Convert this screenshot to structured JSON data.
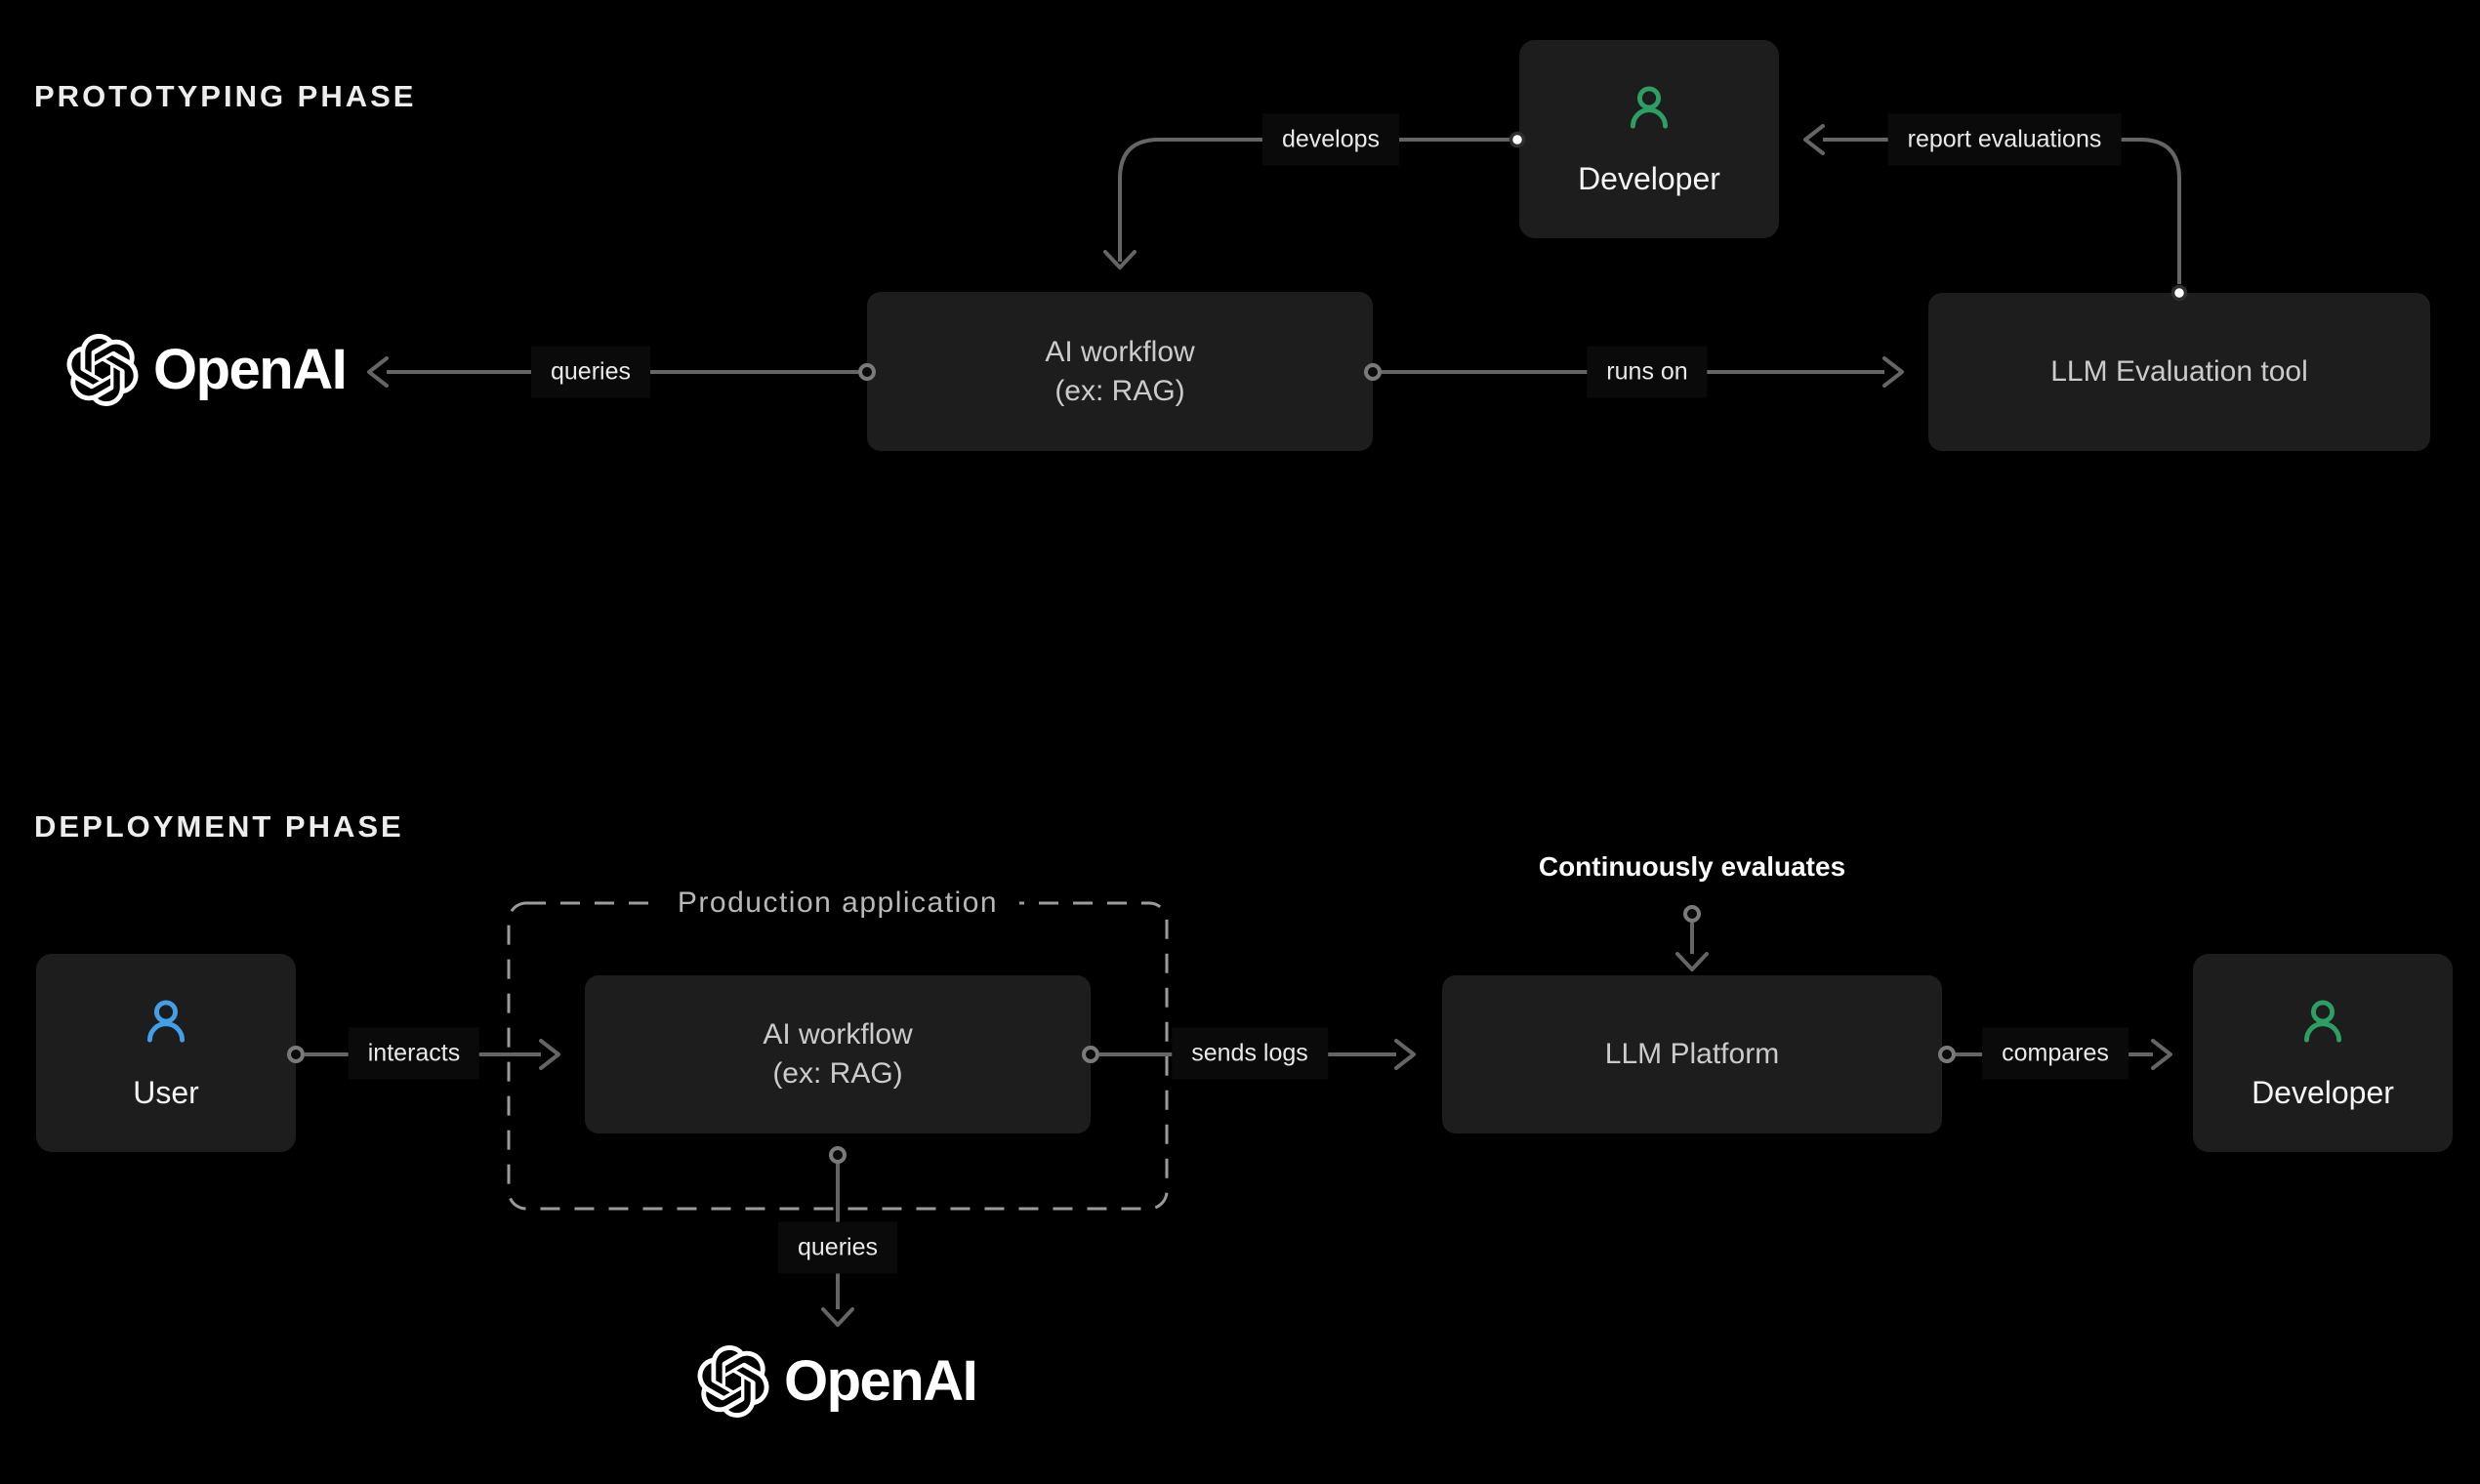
{
  "titles": {
    "prototyping": "PROTOTYPING PHASE",
    "deployment": "DEPLOYMENT PHASE"
  },
  "nodes": {
    "openai_top": {
      "wordmark": "OpenAI"
    },
    "ai_workflow_top": {
      "line1": "AI workflow",
      "line2": "(ex: RAG)"
    },
    "developer_top": {
      "label": "Developer"
    },
    "llm_evaluation_tool": {
      "label": "LLM Evaluation tool"
    },
    "user": {
      "label": "User"
    },
    "production_application": {
      "label": "Production application"
    },
    "ai_workflow_bottom": {
      "line1": "AI workflow",
      "line2": "(ex: RAG)"
    },
    "llm_platform": {
      "label": "LLM Platform"
    },
    "developer_bottom": {
      "label": "Developer"
    },
    "openai_bottom": {
      "wordmark": "OpenAI"
    }
  },
  "edges": {
    "queries_top": {
      "label": "queries"
    },
    "develops": {
      "label": "develops"
    },
    "report_evaluations": {
      "label": "report evaluations"
    },
    "runs_on": {
      "label": "runs on"
    },
    "interacts": {
      "label": "interacts"
    },
    "sends_logs": {
      "label": "sends logs"
    },
    "continuously_evaluates": {
      "label": "Continuously evaluates"
    },
    "compares": {
      "label": "compares"
    },
    "queries_bottom": {
      "label": "queries"
    }
  },
  "colors": {
    "canvas_bg": "#000000",
    "node_bg": "#1d1d1d",
    "node_text": "#cbcbcb",
    "person_text": "#f4f4f4",
    "developer_icon": "#2d9f63",
    "user_icon": "#42a0e8",
    "line": "#656565",
    "dashed_border": "#9b9b9b",
    "dot_ring": "#7a7a7a",
    "dot_fill": "#0b0b0b",
    "white_dot": "#ffffff",
    "label_text": "#e9e9e9",
    "label_bg": "#0a0a0a",
    "phase_title": "#ededed",
    "production_title": "#b8b8b8",
    "logo": "#ffffff",
    "emphasis_text": "#fafafa"
  }
}
